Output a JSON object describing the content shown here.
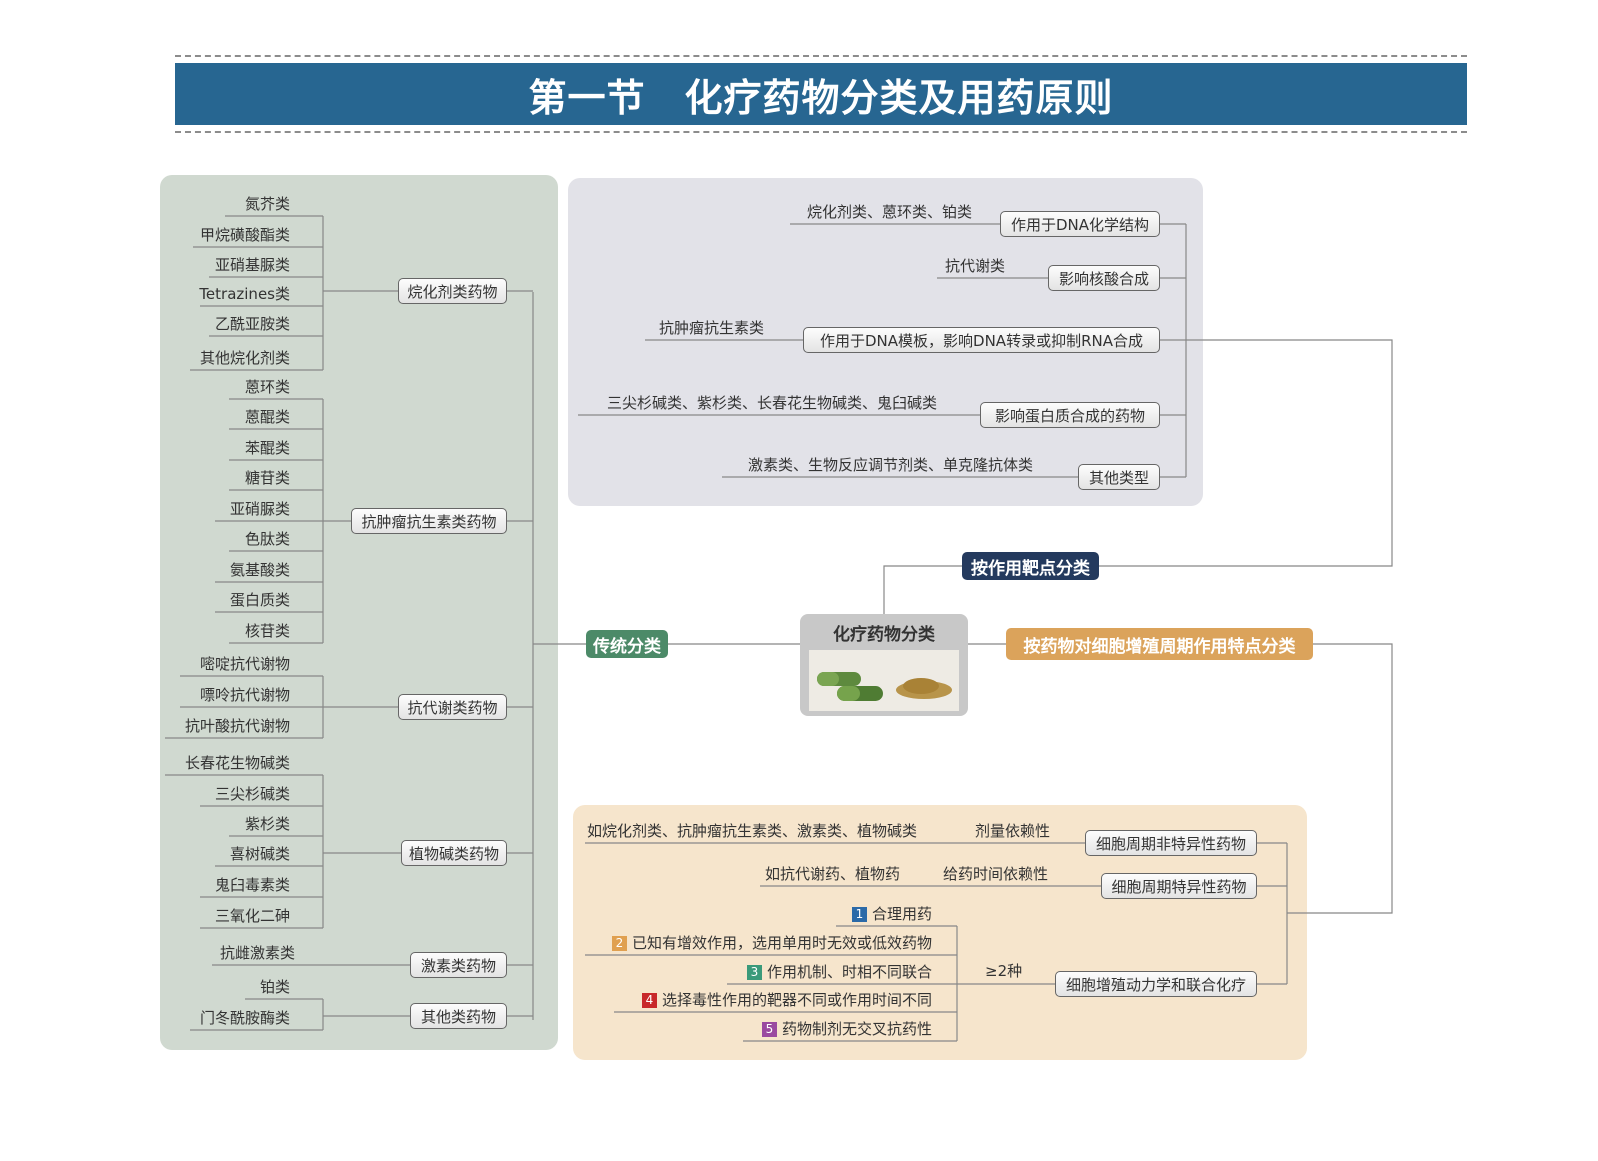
{
  "title": "第一节　化疗药物分类及用药原则",
  "colors": {
    "title_bg": "#276691",
    "traditional": "#4c8a68",
    "target": "#243a5e",
    "cycle": "#dba35b",
    "panel_left": "#d0d9d0",
    "panel_top": "#e2e2e8",
    "panel_bottom": "#f6e5cc"
  },
  "center": {
    "label": "化疗药物分类",
    "image_icon": "capsules-and-herbal-powder"
  },
  "traditional": {
    "label": "传统分类",
    "groups": [
      {
        "label": "烷化剂类药物",
        "items": [
          "氮芥类",
          "甲烷磺酸酯类",
          "亚硝基脲类",
          "Tetrazines类",
          "乙酰亚胺类",
          "其他烷化剂类"
        ]
      },
      {
        "label": "抗肿瘤抗生素类药物",
        "items": [
          "蒽环类",
          "蒽醌类",
          "苯醌类",
          "糖苷类",
          "亚硝脲类",
          "色肽类",
          "氨基酸类",
          "蛋白质类",
          "核苷类"
        ]
      },
      {
        "label": "抗代谢类药物",
        "items": [
          "嘧啶抗代谢物",
          "嘌呤抗代谢物",
          "抗叶酸抗代谢物"
        ]
      },
      {
        "label": "植物碱类药物",
        "items": [
          "长春花生物碱类",
          "三尖杉碱类",
          "紫杉类",
          "喜树碱类",
          "鬼臼毒素类",
          "三氧化二砷"
        ]
      },
      {
        "label": "激素类药物",
        "items": [
          "抗雌激素类"
        ]
      },
      {
        "label": "其他类药物",
        "items": [
          "铂类",
          "门冬酰胺酶类"
        ]
      }
    ]
  },
  "target": {
    "label": "按作用靶点分类",
    "items": [
      {
        "label": "作用于DNA化学结构",
        "detail": "烷化剂类、蒽环类、铂类"
      },
      {
        "label": "影响核酸合成",
        "detail": "抗代谢类"
      },
      {
        "label": "作用于DNA模板，影响DNA转录或抑制RNA合成",
        "detail": "抗肿瘤抗生素类"
      },
      {
        "label": "影响蛋白质合成的药物",
        "detail": "三尖杉碱类、紫杉类、长春花生物碱类、鬼臼碱类"
      },
      {
        "label": "其他类型",
        "detail": "激素类、生物反应调节剂类、单克隆抗体类"
      }
    ]
  },
  "cycle": {
    "label": "按药物对细胞增殖周期作用特点分类",
    "items": [
      {
        "label": "细胞周期非特异性药物",
        "detail": "如烷化剂类、抗肿瘤抗生素类、激素类、植物碱类",
        "note": "剂量依赖性"
      },
      {
        "label": "细胞周期特异性药物",
        "detail": "如抗代谢药、植物药",
        "note": "给药时间依赖性"
      },
      {
        "label": "细胞增殖动力学和联合化疗",
        "connector": "≥2种",
        "principles": [
          {
            "num": "1",
            "text": "合理用药",
            "color": "#2b6aa8"
          },
          {
            "num": "2",
            "text": "已知有增效作用，选用单用时无效或低效药物",
            "color": "#e0a050"
          },
          {
            "num": "3",
            "text": "作用机制、时相不同联合",
            "color": "#3a9a7a"
          },
          {
            "num": "4",
            "text": "选择毒性作用的靶器不同或作用时间不同",
            "color": "#c8282a"
          },
          {
            "num": "5",
            "text": "药物制剂无交叉抗药性",
            "color": "#9a4aa0"
          }
        ]
      }
    ]
  }
}
